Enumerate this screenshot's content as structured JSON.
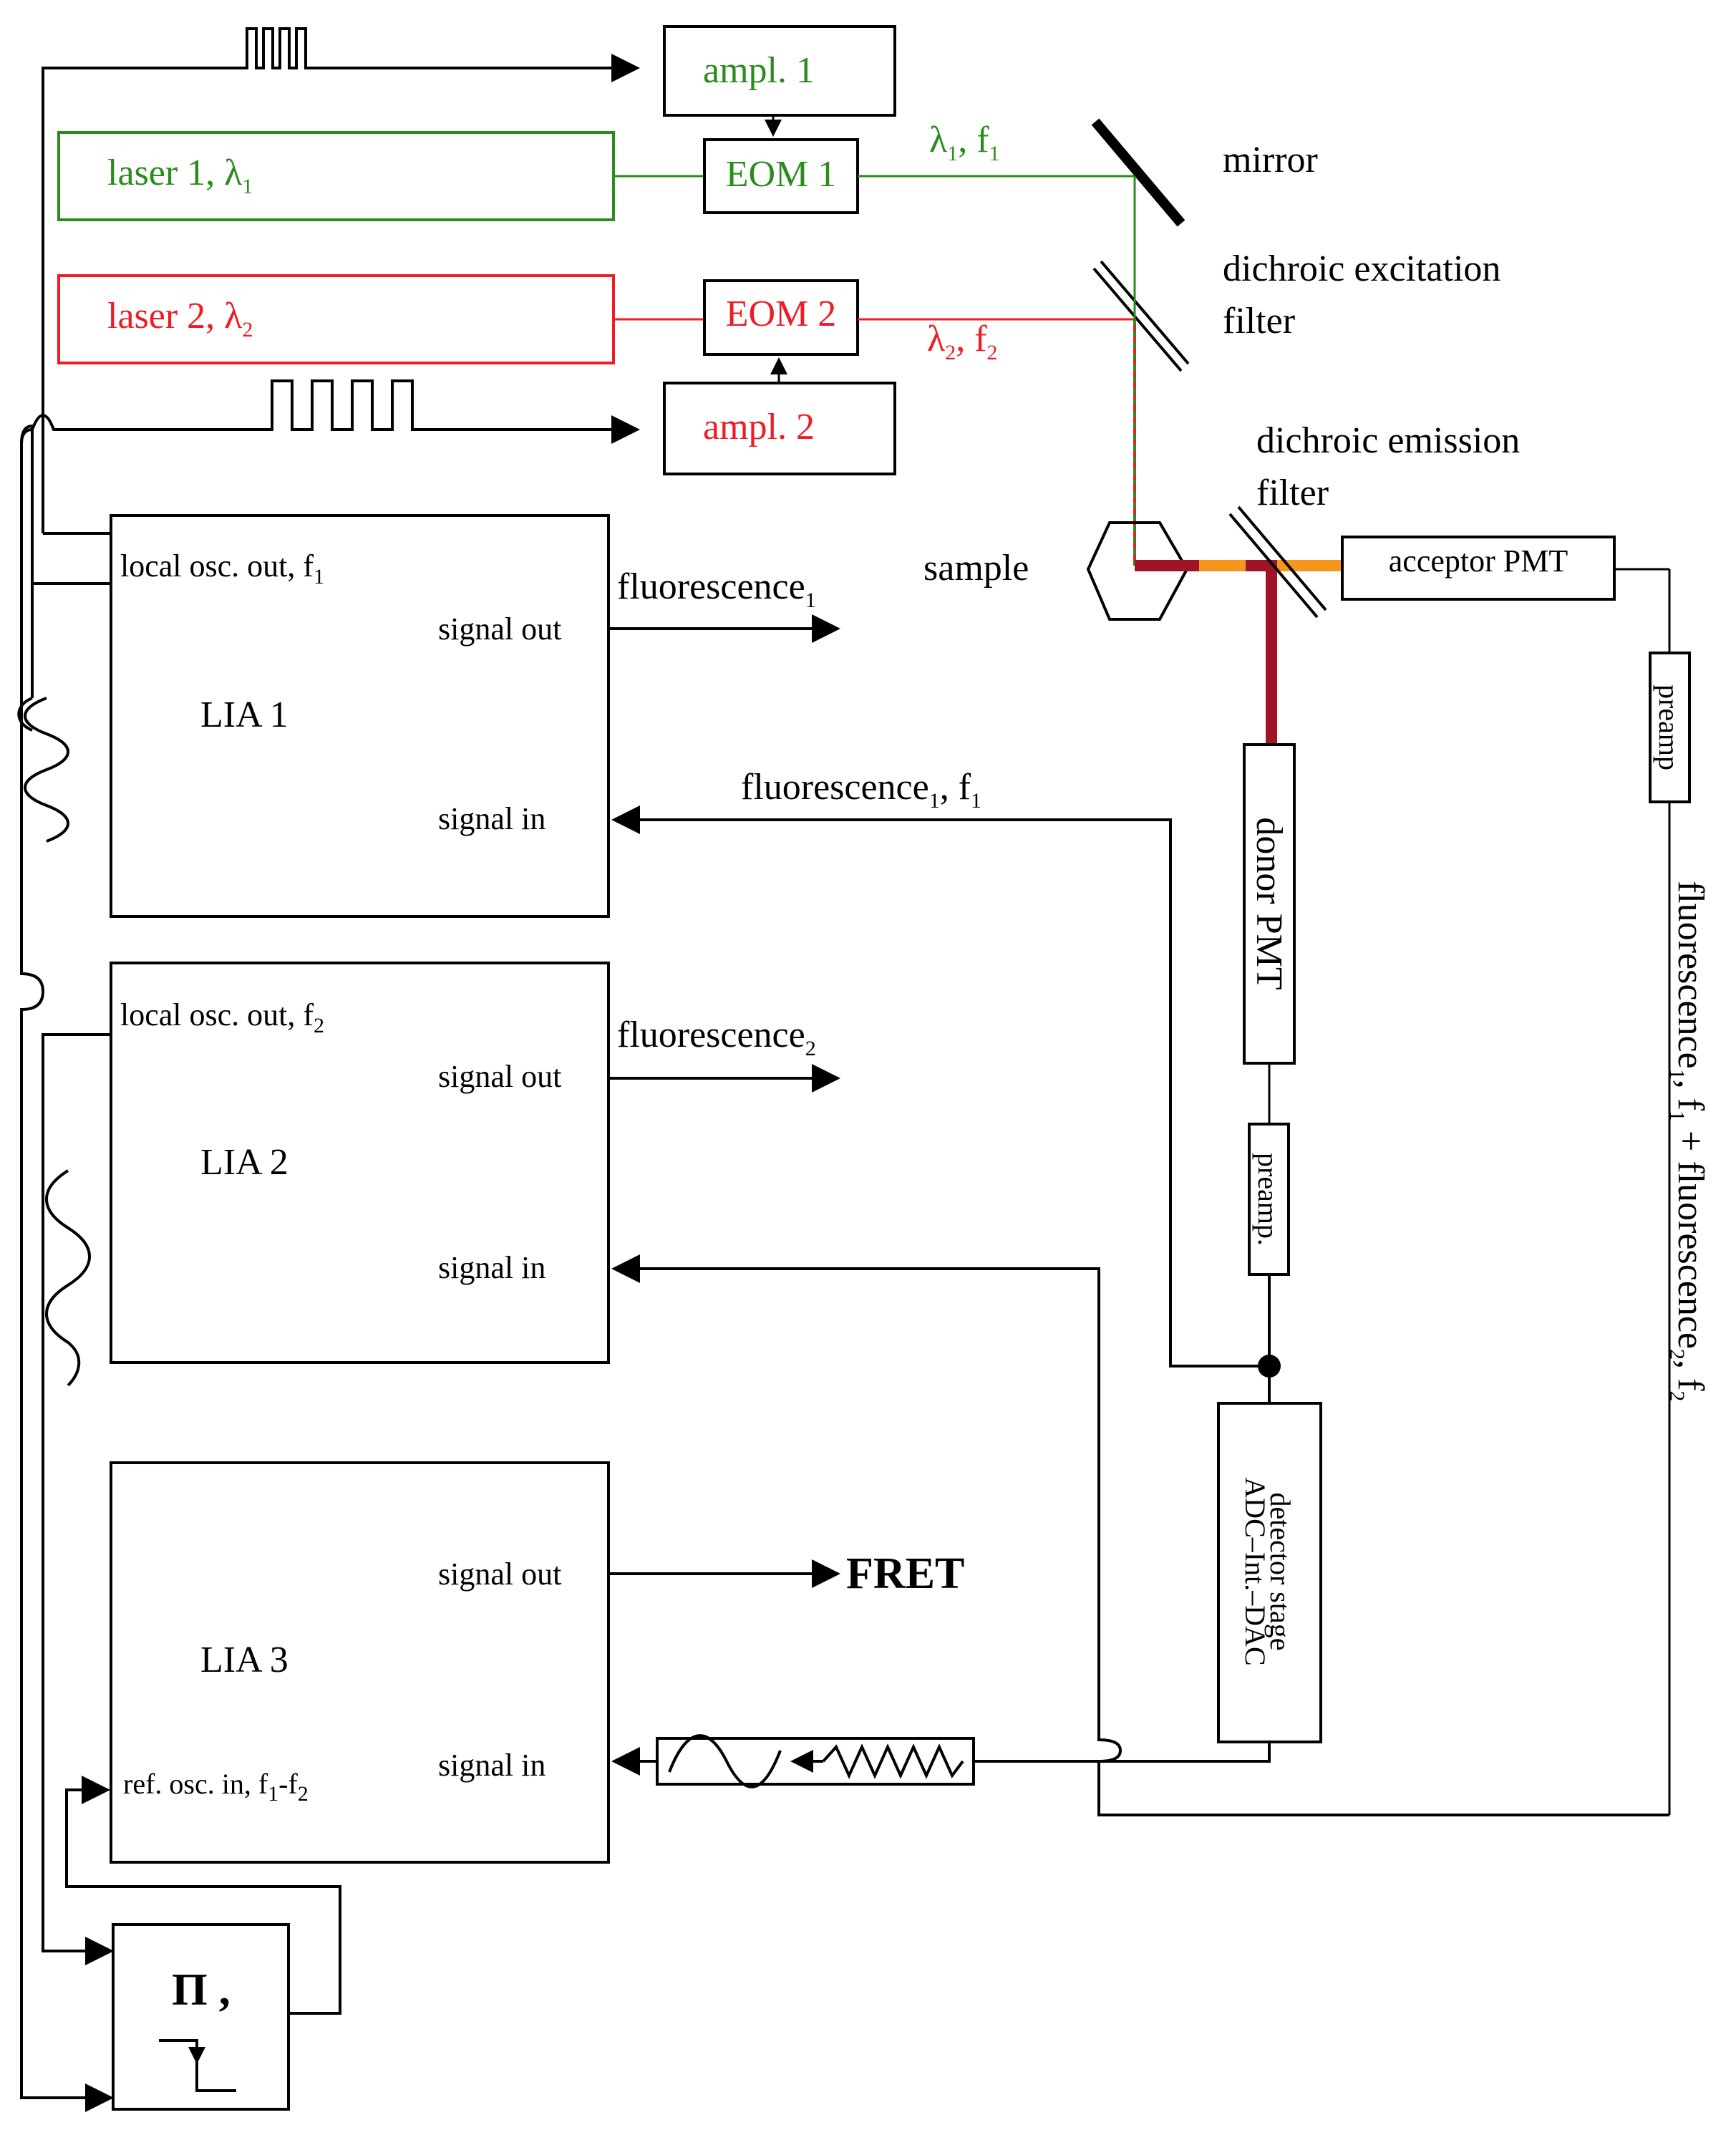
{
  "colors": {
    "green": "#2a8c1d",
    "red": "#ee1c24",
    "dark_red": "#a01428",
    "orange": "#f7961e",
    "black": "#000000"
  },
  "labels": {
    "ampl1": "ampl. 1",
    "ampl2": "ampl. 2",
    "laser1": "laser 1, λ",
    "laser1_sub": "1",
    "laser2": "laser 2, λ",
    "laser2_sub": "2",
    "eom1": "EOM 1",
    "eom2": "EOM 2",
    "beam1": "λ",
    "beam1_sub1": "1",
    "beam1_rest": ", f",
    "beam1_sub2": "1",
    "beam2": "λ",
    "beam2_sub1": "2",
    "beam2_rest": ", f",
    "beam2_sub2": "2",
    "mirror": "mirror",
    "dichroic_exc_1": "dichroic excitation",
    "dichroic_exc_2": "filter",
    "dichroic_em_1": "dichroic emission",
    "dichroic_em_2": "filter",
    "sample": "sample",
    "acceptor_pmt": "acceptor PMT",
    "donor_pmt": "donor PMT",
    "preamp_right": "preamp",
    "preamp_donor": "preamp.",
    "detector_1": "detector stage",
    "detector_2": "ADC–Int.–DAC",
    "right_fluor": "fluorescence",
    "right_sub1": "1",
    "right_f": ", f",
    "right_sub1b": "1",
    "right_plus": " + fluorescence",
    "right_sub2": "2",
    "right_f2": ", f",
    "right_sub2b": "2",
    "lia1": "LIA 1",
    "lia2": "LIA 2",
    "lia3": "LIA 3",
    "local_osc": "local osc. out, f",
    "local_osc_sub1": "1",
    "local_osc_sub2": "2",
    "signal_out": "signal out",
    "signal_in": "signal in",
    "fluor_out": "fluorescence",
    "fluor_out_sub1": "1",
    "fluor_out_sub2": "2",
    "fluor_in": "fluorescence",
    "fluor_in_sub": "1",
    "fluor_in_rest": ", f",
    "fluor_in_sub2": "1",
    "fret": "FRET",
    "ref_osc": "ref. osc. in, f",
    "ref_osc_sub1": "1",
    "ref_osc_dash": "-f",
    "ref_osc_sub2": "2",
    "pi": "Π ,"
  }
}
